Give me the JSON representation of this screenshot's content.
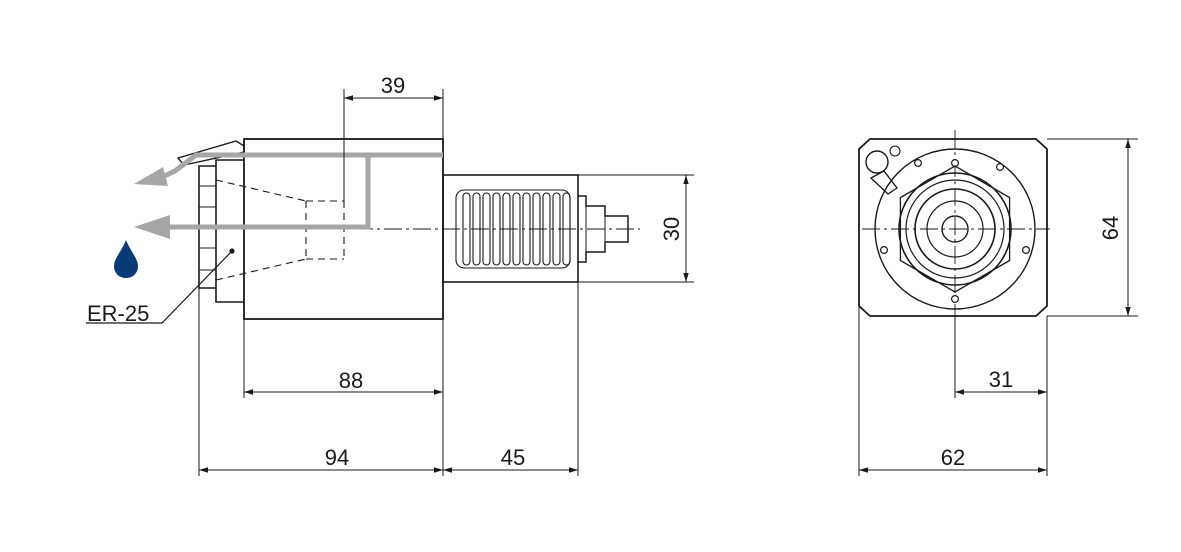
{
  "labels": {
    "collet": "ER-25"
  },
  "dimensions": {
    "d39": "39",
    "d30": "30",
    "d88": "88",
    "d94": "94",
    "d45": "45",
    "d64": "64",
    "d31": "31",
    "d62": "62"
  },
  "colors": {
    "line": "#1a1a1a",
    "coolant_arrow": "#a6a6a6",
    "coolant_drop": "#0a3a78"
  },
  "icons": {
    "coolant": "water-drop-icon"
  }
}
